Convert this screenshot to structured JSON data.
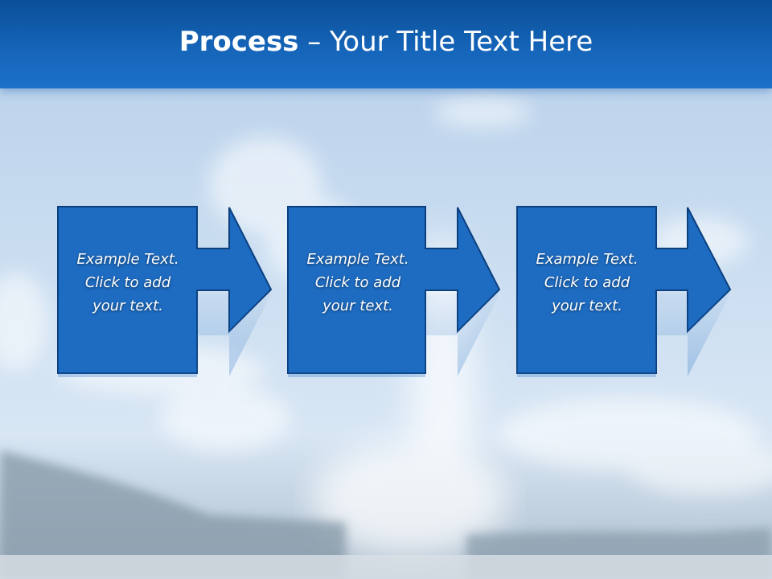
{
  "slide": {
    "title_bold": "Process",
    "title_rest": " – Your Title Text Here"
  },
  "colors": {
    "header": "#1666bb",
    "shape_fill": "#1e6cc2",
    "shape_stroke": "#0b3f7e",
    "text": "#ffffff"
  },
  "steps": [
    {
      "lines": [
        "Example Text.",
        "Click  to add",
        "your text."
      ]
    },
    {
      "lines": [
        "Example Text.",
        "Click  to add",
        "your text."
      ]
    },
    {
      "lines": [
        "Example Text.",
        "Click  to add",
        "your text."
      ]
    }
  ]
}
